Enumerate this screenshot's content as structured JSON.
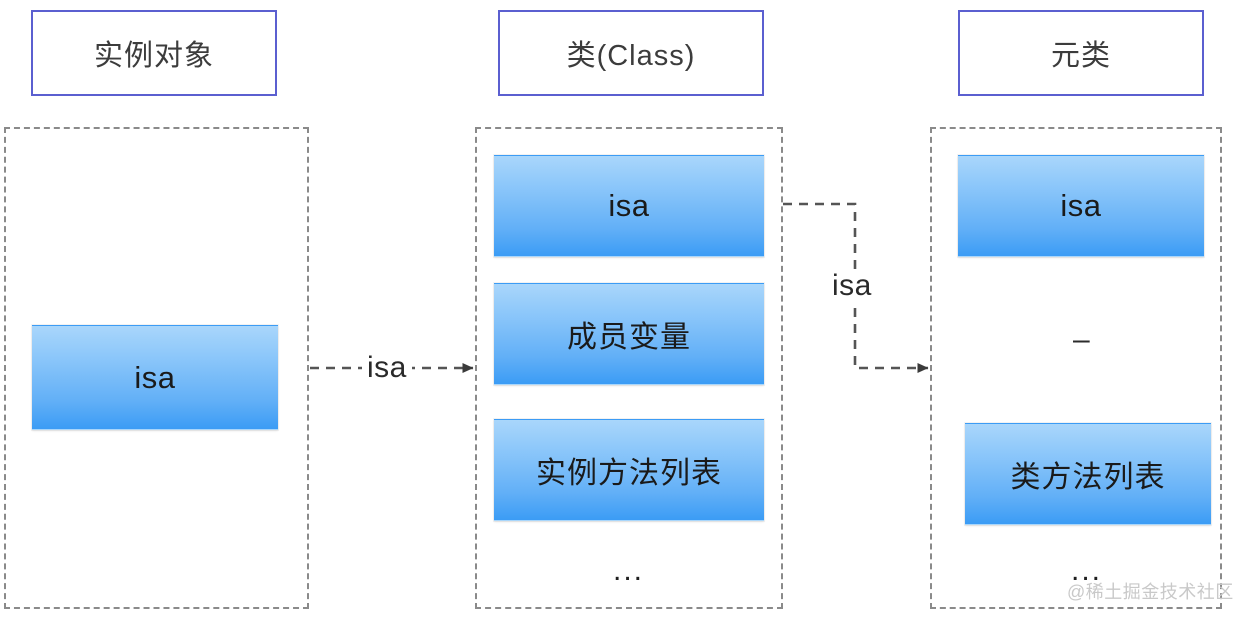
{
  "diagram": {
    "title_boxes": [
      {
        "label": "实例对象"
      },
      {
        "label": "类(Class)"
      },
      {
        "label": "元类"
      }
    ],
    "columns": [
      {
        "name": "instance-object",
        "slots": [
          {
            "label": "isa",
            "kind": "latin"
          }
        ],
        "ellipsis": "",
        "dash": ""
      },
      {
        "name": "class",
        "slots": [
          {
            "label": "isa",
            "kind": "latin"
          },
          {
            "label": "成员变量",
            "kind": "cjk"
          },
          {
            "label": "实例方法列表",
            "kind": "cjk"
          }
        ],
        "ellipsis": "...",
        "dash": ""
      },
      {
        "name": "metaclass",
        "slots": [
          {
            "label": "isa",
            "kind": "latin"
          },
          {
            "label": "类方法列表",
            "kind": "cjk"
          }
        ],
        "ellipsis": "...",
        "dash": "–"
      }
    ],
    "connectors": [
      {
        "name": "isa-instance-to-class",
        "label": "isa"
      },
      {
        "name": "isa-class-to-metaclass",
        "label": "isa"
      }
    ],
    "watermark": "@稀土掘金技术社区",
    "colors": {
      "title_border": "#5b5fd0",
      "panel_border": "#8a8a8a",
      "slot_gradient_top": "#a9d6fb",
      "slot_gradient_bottom": "#3b9cf5",
      "connector": "#555555",
      "text": "#3c3c3c",
      "watermark": "#c9c9c9"
    }
  }
}
